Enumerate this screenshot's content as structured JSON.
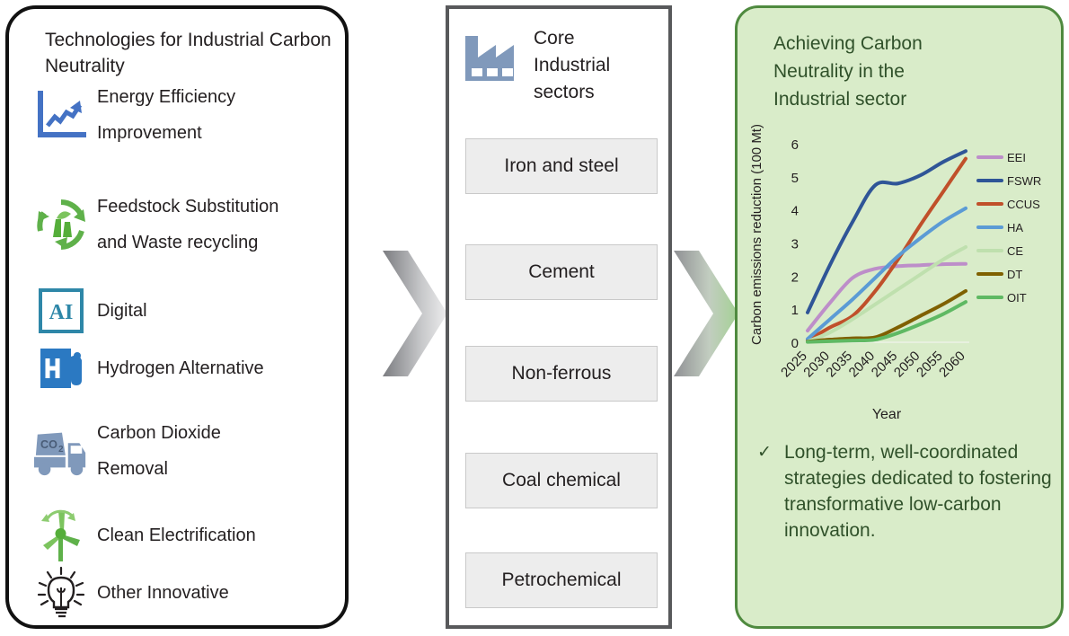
{
  "panels": {
    "technologies": {
      "title": "Technologies for Industrial Carbon Neutrality",
      "items": [
        {
          "icon": "line-chart-up-icon",
          "label_line1": "Energy Efficiency",
          "label_line2": "Improvement"
        },
        {
          "icon": "recycling-factory-icon",
          "label_line1": "Feedstock Substitution",
          "label_line2": "and Waste recycling"
        },
        {
          "icon": "ai-box-icon",
          "label_line1": "Digital",
          "label_line2": ""
        },
        {
          "icon": "hydrogen-pump-icon",
          "label_line1": "Hydrogen Alternative",
          "label_line2": ""
        },
        {
          "icon": "co2-truck-icon",
          "label_line1": "Carbon Dioxide",
          "label_line2": "Removal"
        },
        {
          "icon": "wind-turbine-icon",
          "label_line1": "Clean Electrification",
          "label_line2": ""
        },
        {
          "icon": "lightbulb-icon",
          "label_line1": "Other Innovative",
          "label_line2": ""
        }
      ]
    },
    "sectors": {
      "heading_line1": "Core",
      "heading_line2": "Industrial",
      "heading_line3": "sectors",
      "icon": "factory-icon",
      "boxes": [
        "Iron and steel",
        "Cement",
        "Non-ferrous",
        "Coal chemical",
        "Petrochemical"
      ]
    },
    "results": {
      "title_line1": "Achieving Carbon",
      "title_line2": "Neutrality in the",
      "title_line3": "Industrial sector",
      "check_glyph": "✓",
      "bullet_text": "Long-term, well-coordinated strategies dedicated to fostering transformative low-carbon innovation."
    }
  },
  "arrows": [
    {
      "name": "arrow-technologies-to-sectors",
      "from_color": "#7b7c80",
      "to_color": "#e3e3e4"
    },
    {
      "name": "arrow-sectors-to-results",
      "from_color": "#8f9094",
      "to_color": "#a8d49a"
    }
  ],
  "chart_data": {
    "type": "line",
    "title": "",
    "xlabel": "Year",
    "ylabel": "Carbon emissions reduction (100 Mt)",
    "x": [
      2025,
      2030,
      2035,
      2040,
      2045,
      2050,
      2055,
      2060
    ],
    "xlim": [
      2025,
      2060
    ],
    "ylim": [
      0,
      6.3
    ],
    "yticks": [
      0,
      1,
      2,
      3,
      4,
      5,
      6
    ],
    "grid": false,
    "legend_position": "right",
    "series": [
      {
        "name": "EEI",
        "color": "#bd8ec9",
        "values": [
          0.35,
          1.2,
          1.95,
          2.22,
          2.3,
          2.33,
          2.36,
          2.37
        ]
      },
      {
        "name": "FSWR",
        "color": "#2f5597",
        "values": [
          0.9,
          2.35,
          3.65,
          4.75,
          4.8,
          5.05,
          5.45,
          5.78
        ]
      },
      {
        "name": "CCUS",
        "color": "#c0502a",
        "values": [
          0.05,
          0.45,
          0.8,
          1.55,
          2.5,
          3.55,
          4.55,
          5.55
        ]
      },
      {
        "name": "HA",
        "color": "#5b9bd5",
        "values": [
          0.1,
          0.7,
          1.3,
          1.95,
          2.6,
          3.15,
          3.65,
          4.05
        ]
      },
      {
        "name": "CE",
        "color": "#bfe0ae",
        "values": [
          0.02,
          0.3,
          0.7,
          1.15,
          1.6,
          2.05,
          2.5,
          2.88
        ]
      },
      {
        "name": "DT",
        "color": "#7f6000",
        "values": [
          0.02,
          0.08,
          0.12,
          0.15,
          0.45,
          0.8,
          1.15,
          1.55
        ]
      },
      {
        "name": "OIT",
        "color": "#5fb963",
        "values": [
          0.01,
          0.03,
          0.05,
          0.08,
          0.28,
          0.55,
          0.85,
          1.22
        ]
      }
    ]
  },
  "colors": {
    "panel_results_bg": "#d9ecc9",
    "panel_results_border": "#4f8a3f",
    "panel_results_text": "#30512a",
    "panel_sectors_border": "#58595b",
    "sector_box_bg": "#ededed",
    "panel_tech_border": "#111111",
    "icon_blue": "#4472c4",
    "icon_steel": "#8099bb",
    "icon_green": "#5fb14a",
    "icon_teal": "#2e87a8",
    "icon_hydrogen": "#2b79c2"
  }
}
